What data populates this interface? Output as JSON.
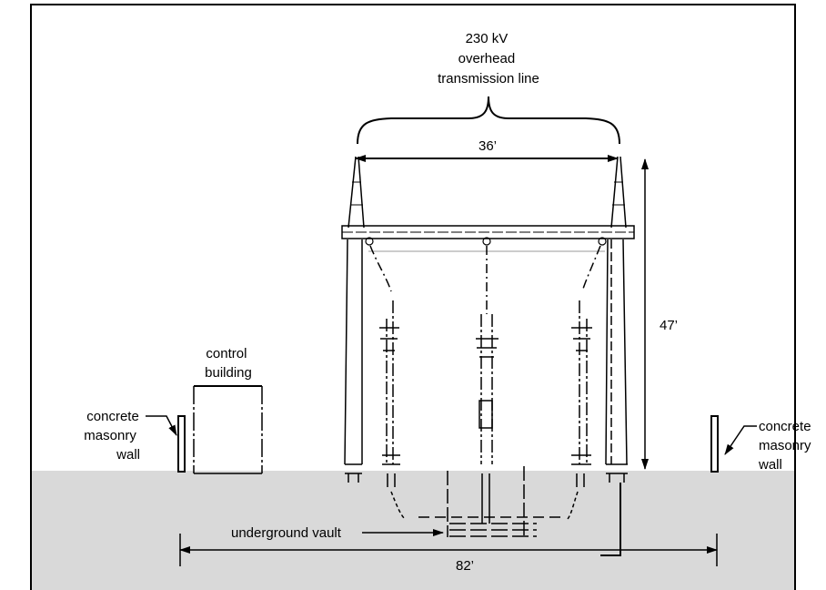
{
  "labels": {
    "line": [
      "230 kV",
      "overhead",
      "transmission line"
    ],
    "dim_top": "36’",
    "dim_height": "47’",
    "dim_bottom": "82’",
    "control_building": [
      "control",
      "building"
    ],
    "wall_left": [
      "concrete",
      "masonry",
      "wall"
    ],
    "wall_right": [
      "concrete",
      "masonry",
      "wall"
    ],
    "vault": "underground vault"
  },
  "colors": {
    "ground": "#d9d9d9",
    "ink": "#000000",
    "background": "#ffffff"
  }
}
